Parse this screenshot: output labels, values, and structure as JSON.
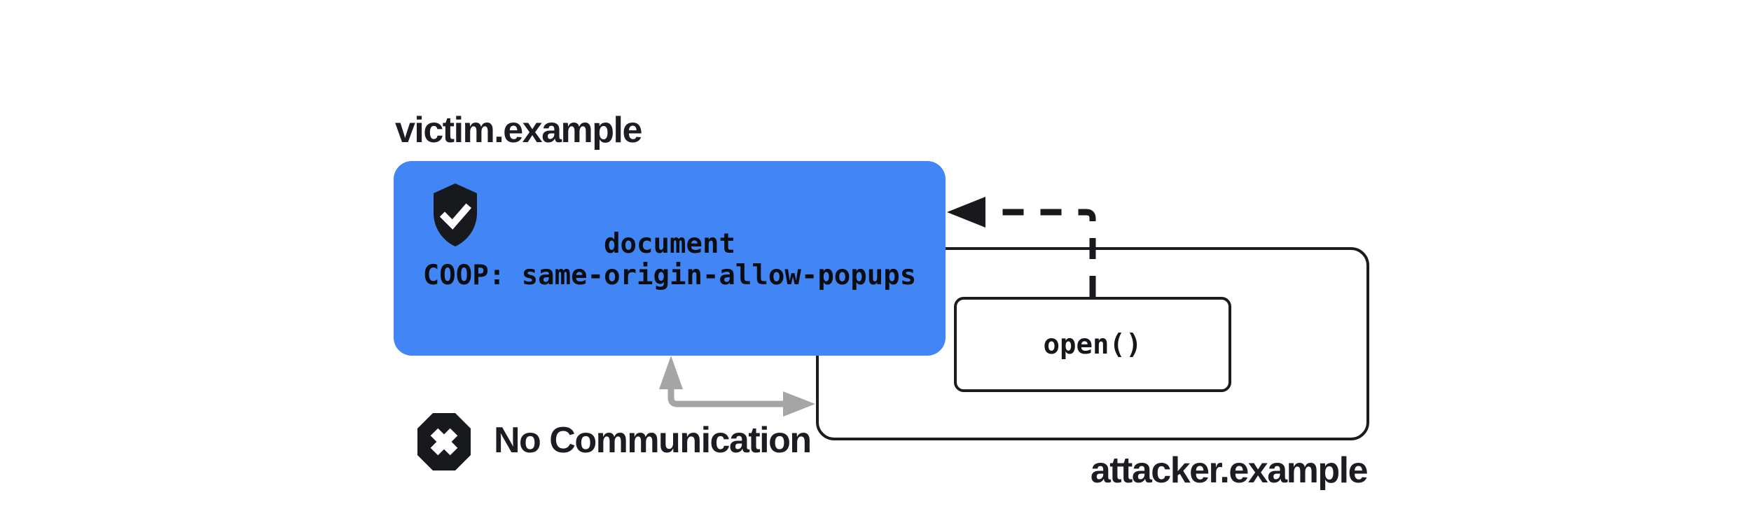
{
  "diagram": {
    "title_context": "COOP same-origin-allow-popups blocks communication between victim opener and attacker popup",
    "victim": {
      "domain_label": "victim.example",
      "document_line": "document",
      "coop_line": "COOP: same-origin-allow-popups",
      "shield_icon": "shield-with-checkmark"
    },
    "attacker": {
      "domain_label": "attacker.example",
      "open_call_label": "open()"
    },
    "blocked": {
      "label": "No Communication",
      "blocked_icon": "octagon-with-x"
    },
    "icons": {
      "shield_check_icon": "dark shield containing white checkmark",
      "blocked_x_icon": "dark octagon containing white x",
      "dashed_open_arrow": "black dashed elbow arrow from open() box to victim document box",
      "gray_blocked_arrow": "gray elbow arrow with two heads between victim box bottom and attacker window edge"
    },
    "colors": {
      "victim_box_blue": "#4285f4",
      "outline_black": "#1a1c20",
      "icon_black": "#17191d",
      "blocked_arrow_gray": "#a5a5a5",
      "background": "#ffffff",
      "text_dark": "#1b1d22"
    }
  }
}
